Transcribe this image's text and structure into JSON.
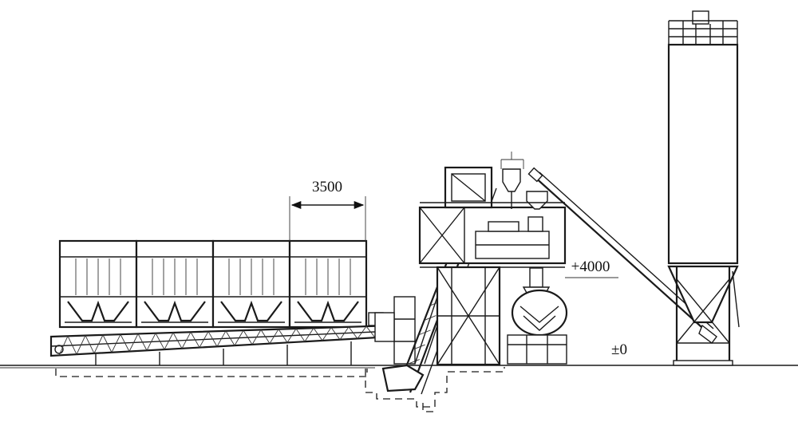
{
  "dimensions": {
    "bin_width": "3500",
    "platform_elevation": "+4000",
    "ground_elevation": "±0"
  },
  "components": {
    "aggregate_bins": {
      "count": 4
    },
    "silo": {
      "count": 1
    }
  }
}
